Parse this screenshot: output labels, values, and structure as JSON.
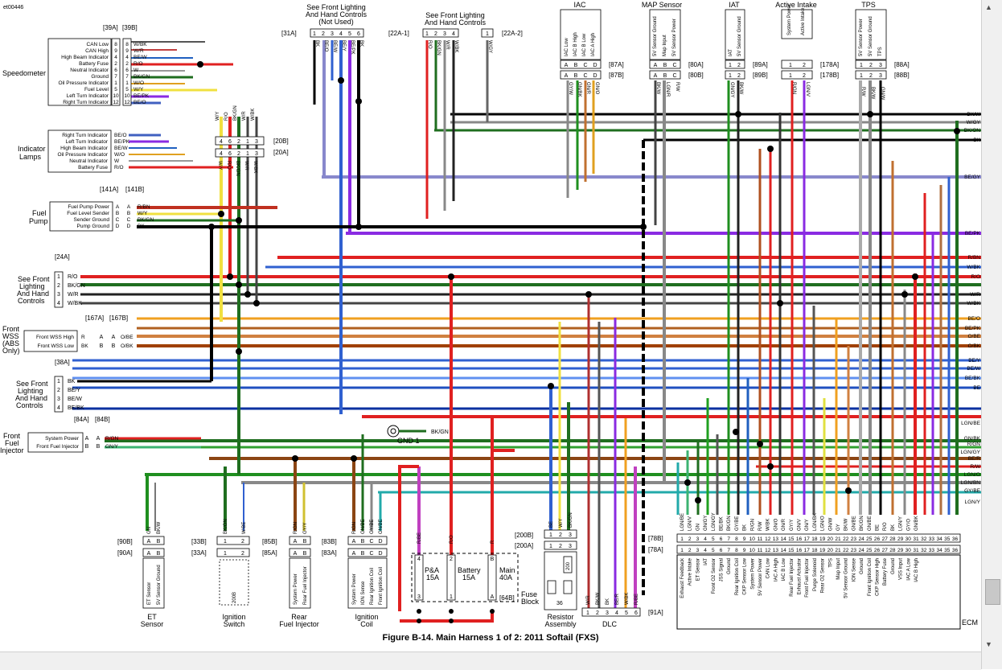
{
  "doc_id": "et00446",
  "caption": "Figure B-14. Main Harness 1 of 2: 2011 Softail (FXS)",
  "top_labels": {
    "front_lighting_not_used": [
      "See Front Lighting",
      "And Hand Controls",
      "(Not Used)"
    ],
    "front_lighting_top": [
      "See Front Lighting",
      "And Hand Controls"
    ],
    "iac": "IAC",
    "map_sensor": "MAP Sensor",
    "iat": "IAT",
    "active_intake": "Active Intake",
    "tps": "TPS"
  },
  "connectors": {
    "c31a": "[31A]",
    "c22a1": "[22A-1]",
    "c22a2": "[22A-2]",
    "c39a": "[39A]",
    "c39b": "[39B]",
    "c20b": "[20B]",
    "c20a": "[20A]",
    "c141a": "[141A]",
    "c141b": "[141B]",
    "c24a": "[24A]",
    "c167a": "[167A]",
    "c167b": "[167B]",
    "c38a": "[38A]",
    "c84a": "[84A]",
    "c84b": "[84B]",
    "c87a": "[87A]",
    "c87b": "[87B]",
    "c80a": "[80A]",
    "c80b": "[80B]",
    "c89a": "[89A]",
    "c89b": "[89B]",
    "c178a": "[178A]",
    "c178b": "[178B]",
    "c88a": "[88A]",
    "c88b": "[88B]",
    "c90b": "[90B]",
    "c90a": "[90A]",
    "c33b": "[33B]",
    "c33a": "[33A]",
    "c85b": "[85B]",
    "c85a": "[85A]",
    "c83b": "[83B]",
    "c83a": "[83A]",
    "c200b": "[200B]",
    "c200a": "[200A]",
    "c64b": "[64B]",
    "c78b": "[78B]",
    "c78a": "[78A]",
    "c91a": "[91A]"
  },
  "speedometer": {
    "title": "Speedometer",
    "pins": [
      {
        "name": "CAN Low",
        "a": "8",
        "b": "8",
        "wire": "W/BK"
      },
      {
        "name": "CAN High",
        "a": "9",
        "b": "9",
        "wire": "W/R"
      },
      {
        "name": "High Beam Indicator",
        "a": "4",
        "b": "4",
        "wire": "BE/W"
      },
      {
        "name": "Battery Fuse",
        "a": "2",
        "b": "2",
        "wire": "R/O"
      },
      {
        "name": "Neutral Indicator",
        "a": "6",
        "b": "6",
        "wire": "W"
      },
      {
        "name": "Ground",
        "a": "7",
        "b": "7",
        "wire": "BK/GN"
      },
      {
        "name": "Oil Pressure Indicator",
        "a": "1",
        "b": "1",
        "wire": "W/O"
      },
      {
        "name": "Fuel Level",
        "a": "5",
        "b": "5",
        "wire": "W/Y"
      },
      {
        "name": "Left Turn Indicator",
        "a": "10",
        "b": "10",
        "wire": "BE/PK"
      },
      {
        "name": "Right Turn Indicator",
        "a": "12",
        "b": "12",
        "wire": "BE/O"
      }
    ]
  },
  "indicator_lamps": {
    "title": [
      "Indicator",
      "Lamps"
    ],
    "pins": [
      {
        "name": "Right Turn Indicator",
        "wire": "BE/O"
      },
      {
        "name": "Left Turn Indicator",
        "wire": "BE/PK"
      },
      {
        "name": "High Beam Indicator",
        "wire": "BE/W"
      },
      {
        "name": "Oil Pressure Indicator",
        "wire": "W/O"
      },
      {
        "name": "Neutral Indicator",
        "wire": "W"
      },
      {
        "name": "Battery Fuse",
        "wire": "R/O"
      }
    ]
  },
  "fuel_pump": {
    "title": [
      "Fuel",
      "Pump"
    ],
    "pins": [
      {
        "name": "Fuel Pump Power",
        "a": "A",
        "b": "A",
        "wire": "R/BN"
      },
      {
        "name": "Fuel Level Sender",
        "a": "B",
        "b": "B",
        "wire": "W/Y"
      },
      {
        "name": "Sender Ground",
        "a": "C",
        "b": "C",
        "wire": "BK/GN"
      },
      {
        "name": "Pump Ground",
        "a": "D",
        "b": "D",
        "wire": "BK"
      }
    ]
  },
  "front_lighting_24a": {
    "title": [
      "See Front",
      "Lighting",
      "And Hand",
      "Controls"
    ],
    "pins": [
      {
        "pin": "1",
        "wire": "R/O"
      },
      {
        "pin": "2",
        "wire": "BK/GN"
      },
      {
        "pin": "3",
        "wire": "W/R"
      },
      {
        "pin": "4",
        "wire": "W/BK"
      }
    ]
  },
  "front_wss": {
    "title": [
      "Front",
      "WSS",
      "(ABS",
      "Only)"
    ],
    "pins": [
      {
        "name": "Front WSS High",
        "wire_in": "R",
        "a": "A",
        "b": "A",
        "wire": "O/BE"
      },
      {
        "name": "Front WSS Low",
        "wire_in": "BK",
        "a": "B",
        "b": "B",
        "wire": "O/BK"
      }
    ]
  },
  "front_lighting_38a": {
    "title": [
      "See Front",
      "Lighting",
      "And Hand",
      "Controls"
    ],
    "pins": [
      {
        "pin": "1",
        "wire": "BK"
      },
      {
        "pin": "2",
        "wire": "BE/Y"
      },
      {
        "pin": "3",
        "wire": "BE/W"
      },
      {
        "pin": "4",
        "wire": "BE/BK"
      }
    ]
  },
  "front_fuel_injector": {
    "title": [
      "Front",
      "Fuel",
      "Injector"
    ],
    "pins": [
      {
        "name": "System Power",
        "a": "A",
        "b": "A",
        "wire": "R/GN"
      },
      {
        "name": "Front Fuel Injector",
        "a": "B",
        "b": "B",
        "wire": "GN/Y"
      }
    ]
  },
  "c20_wires": [
    "W/Y",
    "R/O",
    "BK/GN",
    "W/R",
    "W/BK"
  ],
  "c20_pins_b": [
    "4",
    "6",
    "2",
    "1",
    "3"
  ],
  "c20_pins_a": [
    "4",
    "6",
    "2",
    "1",
    "3"
  ],
  "c31_pins": [
    "1",
    "2",
    "3",
    "4",
    "5",
    "6"
  ],
  "c31_wires": [
    "BK",
    "BE/O",
    "BE/W",
    "BE/Y",
    "BE/PK",
    "BK"
  ],
  "c22_pins": [
    "1",
    "2",
    "3",
    "4"
  ],
  "c22_wires": [
    "R/O",
    "BK/GN",
    "W/R",
    "W/BK"
  ],
  "c22a2_pin": "1",
  "c22a2_wire": "W/GY",
  "iac": {
    "pins": [
      "IAC Low",
      "IAC B High",
      "IAC B Low",
      "IAC A High"
    ],
    "letters": [
      "A",
      "B",
      "C",
      "D"
    ],
    "wires": [
      "GY/W",
      "GN/BK",
      "GN/R",
      "GN/O"
    ]
  },
  "map": {
    "pins": [
      "5V Sensor Ground",
      "Map Input",
      "5V Sensor Power"
    ],
    "letters": [
      "A",
      "B",
      "C"
    ],
    "wires": [
      "BK/W",
      "LGN/R",
      "R/W"
    ]
  },
  "iat": {
    "pins": [
      "IAT",
      "5V Sensor Ground"
    ],
    "numbers": [
      "1",
      "2"
    ],
    "wires": [
      "GN/GY",
      "BK/W"
    ]
  },
  "active_intake": {
    "pins": [
      "System Power",
      "Active Intake"
    ],
    "numbers": [
      "1",
      "2"
    ],
    "wires": [
      "R/GN",
      "LGN/V"
    ]
  },
  "tps": {
    "pins": [
      "5V Sensor Power",
      "5V Sensor Ground",
      "TPS"
    ],
    "numbers": [
      "1",
      "2",
      "3"
    ],
    "wires": [
      "R/W",
      "BK/W",
      "GN/W"
    ]
  },
  "right_wires": [
    "BK/W",
    "W/GY",
    "BK/GN",
    "BK",
    "BE/GY",
    "BE/PK",
    "R/BN",
    "W/BK",
    "R/O",
    "W/R",
    "W/BK",
    "BE/O",
    "BE/PK",
    "O/BE",
    "O/BK",
    "BE/Y",
    "BE/W",
    "BE/BK",
    "BE",
    "LGN/BE",
    "GN/BK",
    "R/GN",
    "LGN/GY",
    "BE/R",
    "R/W",
    "LGN/O",
    "LGN/BN",
    "GY/BE",
    "LGN/Y"
  ],
  "et_sensor": {
    "title": [
      "ET",
      "Sensor"
    ],
    "pins": [
      "ET Sensor",
      "5V Sensor Ground"
    ],
    "letters": [
      "A",
      "B"
    ],
    "wires": [
      "GN",
      "BK/W"
    ]
  },
  "ignition_switch": {
    "title": [
      "Ignition",
      "Switch"
    ],
    "pins": [
      "1",
      "2"
    ],
    "wires": [
      "BK/GN",
      "W/BE"
    ],
    "part": "200B"
  },
  "rear_fuel_injector": {
    "title": [
      "Rear",
      "Fuel Injector"
    ],
    "pins": [
      "System Power",
      "Rear Fuel Injector"
    ],
    "letters": [
      "A",
      "B"
    ],
    "wires": [
      "R/GN",
      "GY/Y"
    ]
  },
  "ignition_coil": {
    "title": [
      "Ignition",
      "Coil"
    ],
    "pins": [
      "System Power",
      "ION Sense",
      "Rear Ignition Coil",
      "Front Ignition Coil"
    ],
    "letters": [
      "A",
      "B",
      "C",
      "D"
    ],
    "wires": [
      "R/GN",
      "GN/BE",
      "GY/BE",
      "GN/BE"
    ]
  },
  "gnd": {
    "label": "GND 1",
    "wire": "BK/GN"
  },
  "fuse_block": {
    "title": [
      "Fuse",
      "Block"
    ],
    "fuses": [
      {
        "name": "P&A",
        "rating": "15A",
        "top": "4",
        "bottom": "3",
        "wire": "R/BE"
      },
      {
        "name": "Battery",
        "rating": "15A",
        "top": "2",
        "bottom": "1",
        "wire": "R/O"
      },
      {
        "name": "Main",
        "rating": "40A",
        "top": "B",
        "bottom": "A",
        "wire": "R"
      }
    ]
  },
  "resistor_assembly": {
    "title": [
      "Resistor",
      "Assembly"
    ],
    "pins": [
      "1",
      "2",
      "3"
    ],
    "wires": [
      "BE",
      "W/Y",
      "BK/GN"
    ],
    "parts": [
      "200",
      "36"
    ]
  },
  "dlc": {
    "title": "DLC",
    "pins": [
      "1",
      "2",
      "3",
      "4",
      "5",
      "6"
    ],
    "wires": [
      "W/R",
      "BK/W",
      "BK",
      "BE/R",
      "W/BK",
      "R/BE"
    ]
  },
  "ecm": {
    "title": "ECM",
    "pins": [
      "1",
      "2",
      "3",
      "4",
      "5",
      "6",
      "7",
      "8",
      "9",
      "10",
      "11",
      "12",
      "13",
      "14",
      "15",
      "16",
      "17",
      "18",
      "19",
      "20",
      "21",
      "22",
      "23",
      "24",
      "25",
      "26",
      "27",
      "28",
      "29",
      "30",
      "31",
      "32",
      "33",
      "34",
      "35",
      "36"
    ],
    "functions": [
      "Exhaust Feedback",
      "Active Intake",
      "ET Sensor",
      "IAT",
      "Front O2 Sensor",
      "JSS Signal",
      "Ground",
      "Rear Ignition Coil",
      "CKP Sensor Low",
      "System Power",
      "5V Sensor Power",
      "CAN Low",
      "IAC A High",
      "IAC B Low",
      "Rear Fuel Injector",
      "Exhaust Actuator",
      "Front Fuel Injector",
      "Purge Solenoid",
      "Rear O2 Sensor",
      "TPS",
      "Map Input",
      "5V Sensor Ground",
      "ION Sense",
      "Ground",
      "Front Ignition Coil",
      "CKP Sensor High",
      "Battery Fuse",
      "Ground",
      "VSS Input",
      "IAC A Low",
      "IAC B High",
      "",
      "",
      "",
      "",
      ""
    ],
    "wires": [
      "LGN/BE",
      "LGN/V",
      "GN",
      "GN/GY",
      "LGN/GY",
      "BE/BK",
      "BK/GN",
      "GY/BE",
      "BK",
      "R/GN",
      "R/W",
      "W/BK",
      "GN/O",
      "GN/R",
      "GY/Y",
      "GN/V",
      "GN/Y",
      "LGN/BK",
      "LGN/O",
      "GN/W",
      "GY",
      "BK/W",
      "GN/BE",
      "BK/GN",
      "GN/BE",
      "BE",
      "R/O",
      "BK",
      "LGN/Y",
      "GY/O",
      "GN/BK",
      "",
      "",
      "",
      "",
      ""
    ]
  }
}
